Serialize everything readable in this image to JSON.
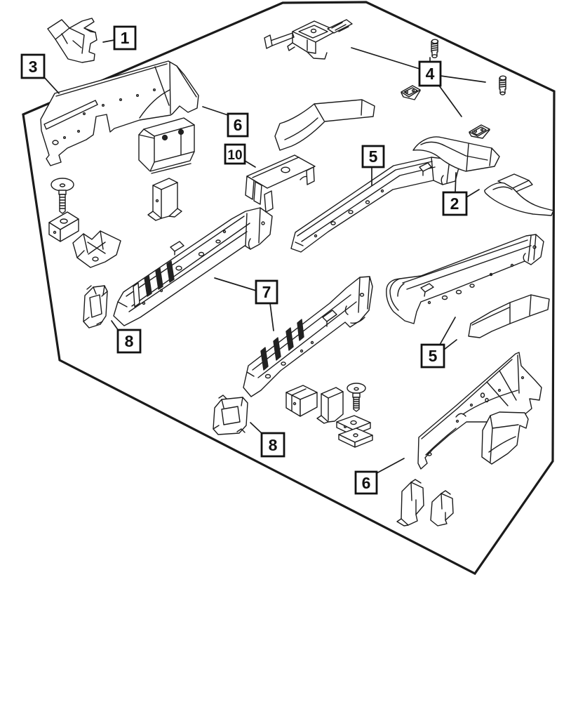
{
  "diagram": {
    "type": "exploded-parts-diagram",
    "background_color": "#ffffff",
    "line_color": "#1b1b1b",
    "callout_style": {
      "border_color": "#111111",
      "background": "#ffffff",
      "text_color": "#111111"
    },
    "callouts": [
      {
        "label": "1"
      },
      {
        "label": "3"
      },
      {
        "label": "6"
      },
      {
        "label": "10"
      },
      {
        "label": "4"
      },
      {
        "label": "5"
      },
      {
        "label": "2"
      },
      {
        "label": "7"
      },
      {
        "label": "8"
      },
      {
        "label": "5"
      },
      {
        "label": "8"
      },
      {
        "label": "6"
      }
    ]
  }
}
